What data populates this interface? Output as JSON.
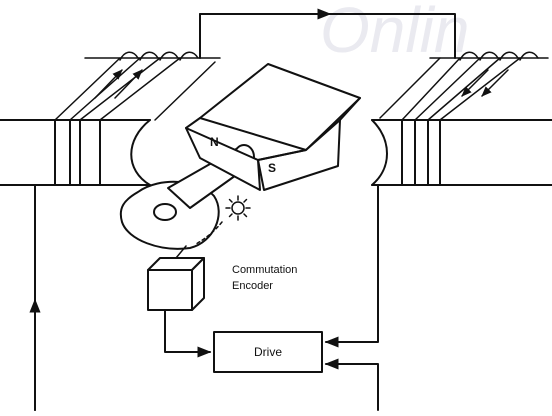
{
  "labels": {
    "north_pole": "N",
    "south_pole": "S",
    "encoder_line1": "Commutation",
    "encoder_line2": "Encoder",
    "drive": "Drive"
  },
  "watermark": "Onlin",
  "colors": {
    "stroke": "#111111",
    "background": "#ffffff",
    "watermark": "#eaeaf0"
  }
}
